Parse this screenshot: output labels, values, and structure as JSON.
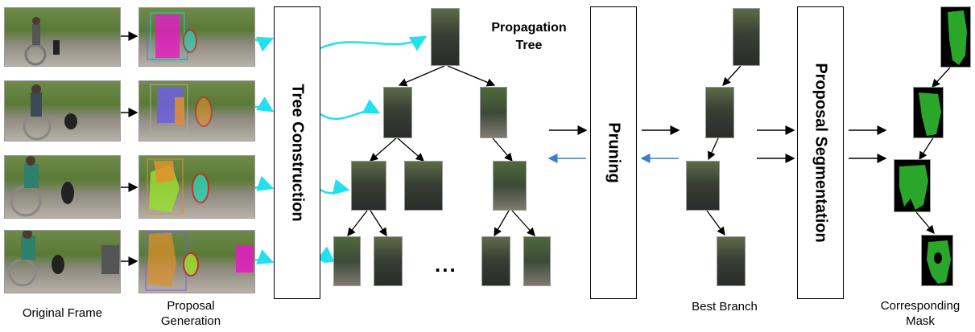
{
  "labels": {
    "original_frame": "Original Frame",
    "proposal_generation": "Proposal Generation",
    "tree_construction": "Tree Construction",
    "propagation_tree": "Propagation Tree",
    "pruning": "Pruning",
    "best_branch": "Best Branch",
    "proposal_segmentation": "Proposal Segmentation",
    "corresponding_mask": "Corresponding Mask",
    "ellipsis": "..."
  },
  "colors": {
    "cyan_arrow": "#22e0f0",
    "blue_arrow": "#3c7fc2",
    "black_arrow": "#000000",
    "mask_green": "#2aa62a",
    "proposal_magenta": "#e020c0",
    "proposal_teal": "#30d0b0",
    "proposal_purple": "#7060e0",
    "proposal_orange": "#e0902a",
    "proposal_lime": "#9adc30",
    "proposal_red_ellipse": "#d02020"
  }
}
